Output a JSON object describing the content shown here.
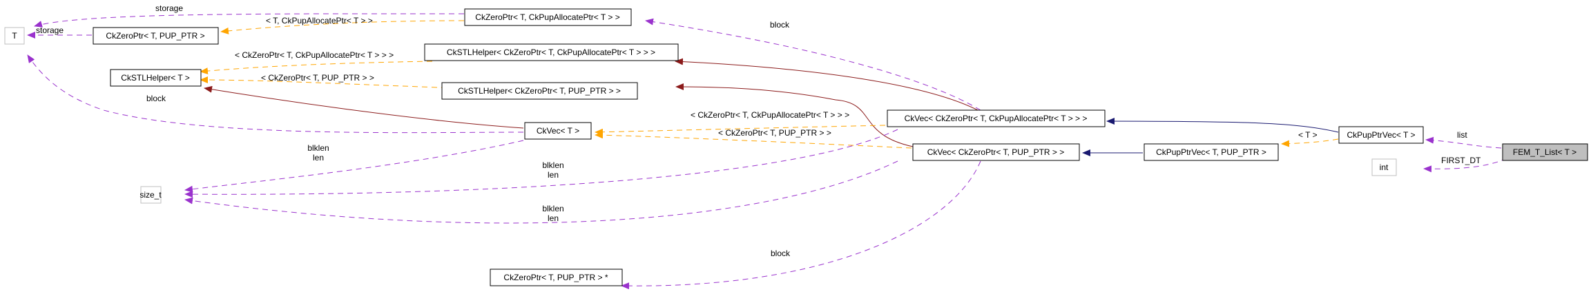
{
  "title": "Collaboration diagram for FEM_T_List< T >",
  "colors": {
    "usage": "#9a32cd",
    "template": "#ffa500",
    "private_inherit": "#8b1a1a",
    "public_inherit": "#191970",
    "focus_fill": "#bfbfbf"
  },
  "nodes": {
    "t": "T",
    "zeroptr_pup": "CkZeroPtr< T, PUP_PTR >",
    "zeroptr_alloc": "CkZeroPtr< T, CkPupAllocatePtr< T > >",
    "stlhelper_t": "CkSTLHelper< T >",
    "stlhelper_alloc": "CkSTLHelper< CkZeroPtr< T, CkPupAllocatePtr< T > > >",
    "stlhelper_pup": "CkSTLHelper< CkZeroPtr< T, PUP_PTR > >",
    "ckvec_t": "CkVec< T >",
    "ckvec_alloc": "CkVec< CkZeroPtr< T, CkPupAllocatePtr< T > > >",
    "ckvec_pup": "CkVec< CkZeroPtr< T, PUP_PTR > >",
    "pupptrvec_pup": "CkPupPtrVec< T, PUP_PTR >",
    "pupptrvec_t": "CkPupPtrVec< T >",
    "fem_list": "FEM_T_List< T >",
    "int": "int",
    "size_t": "size_t",
    "zeroptr_pup_ptr": "CkZeroPtr< T, PUP_PTR > *"
  },
  "edge_labels": {
    "storage_top": "storage",
    "storage_left": "storage",
    "tpl_alloc": "< T, CkPupAllocatePtr< T > >",
    "tpl_stl_alloc": "< CkZeroPtr< T, CkPupAllocatePtr< T > > >",
    "tpl_stl_pup": "< CkZeroPtr< T, PUP_PTR > >",
    "block_left": "block",
    "block_top": "block",
    "tpl_vec_alloc": "< CkZeroPtr< T, CkPupAllocatePtr< T > > >",
    "tpl_vec_pup": "< CkZeroPtr< T, PUP_PTR > >",
    "blklen1": "blklen",
    "len1": "len",
    "blklen2": "blklen",
    "len2": "len",
    "blklen3": "blklen",
    "len3": "len",
    "block_bottom": "block",
    "tpl_t": "< T >",
    "list": "list",
    "first_dt": "FIRST_DT"
  }
}
